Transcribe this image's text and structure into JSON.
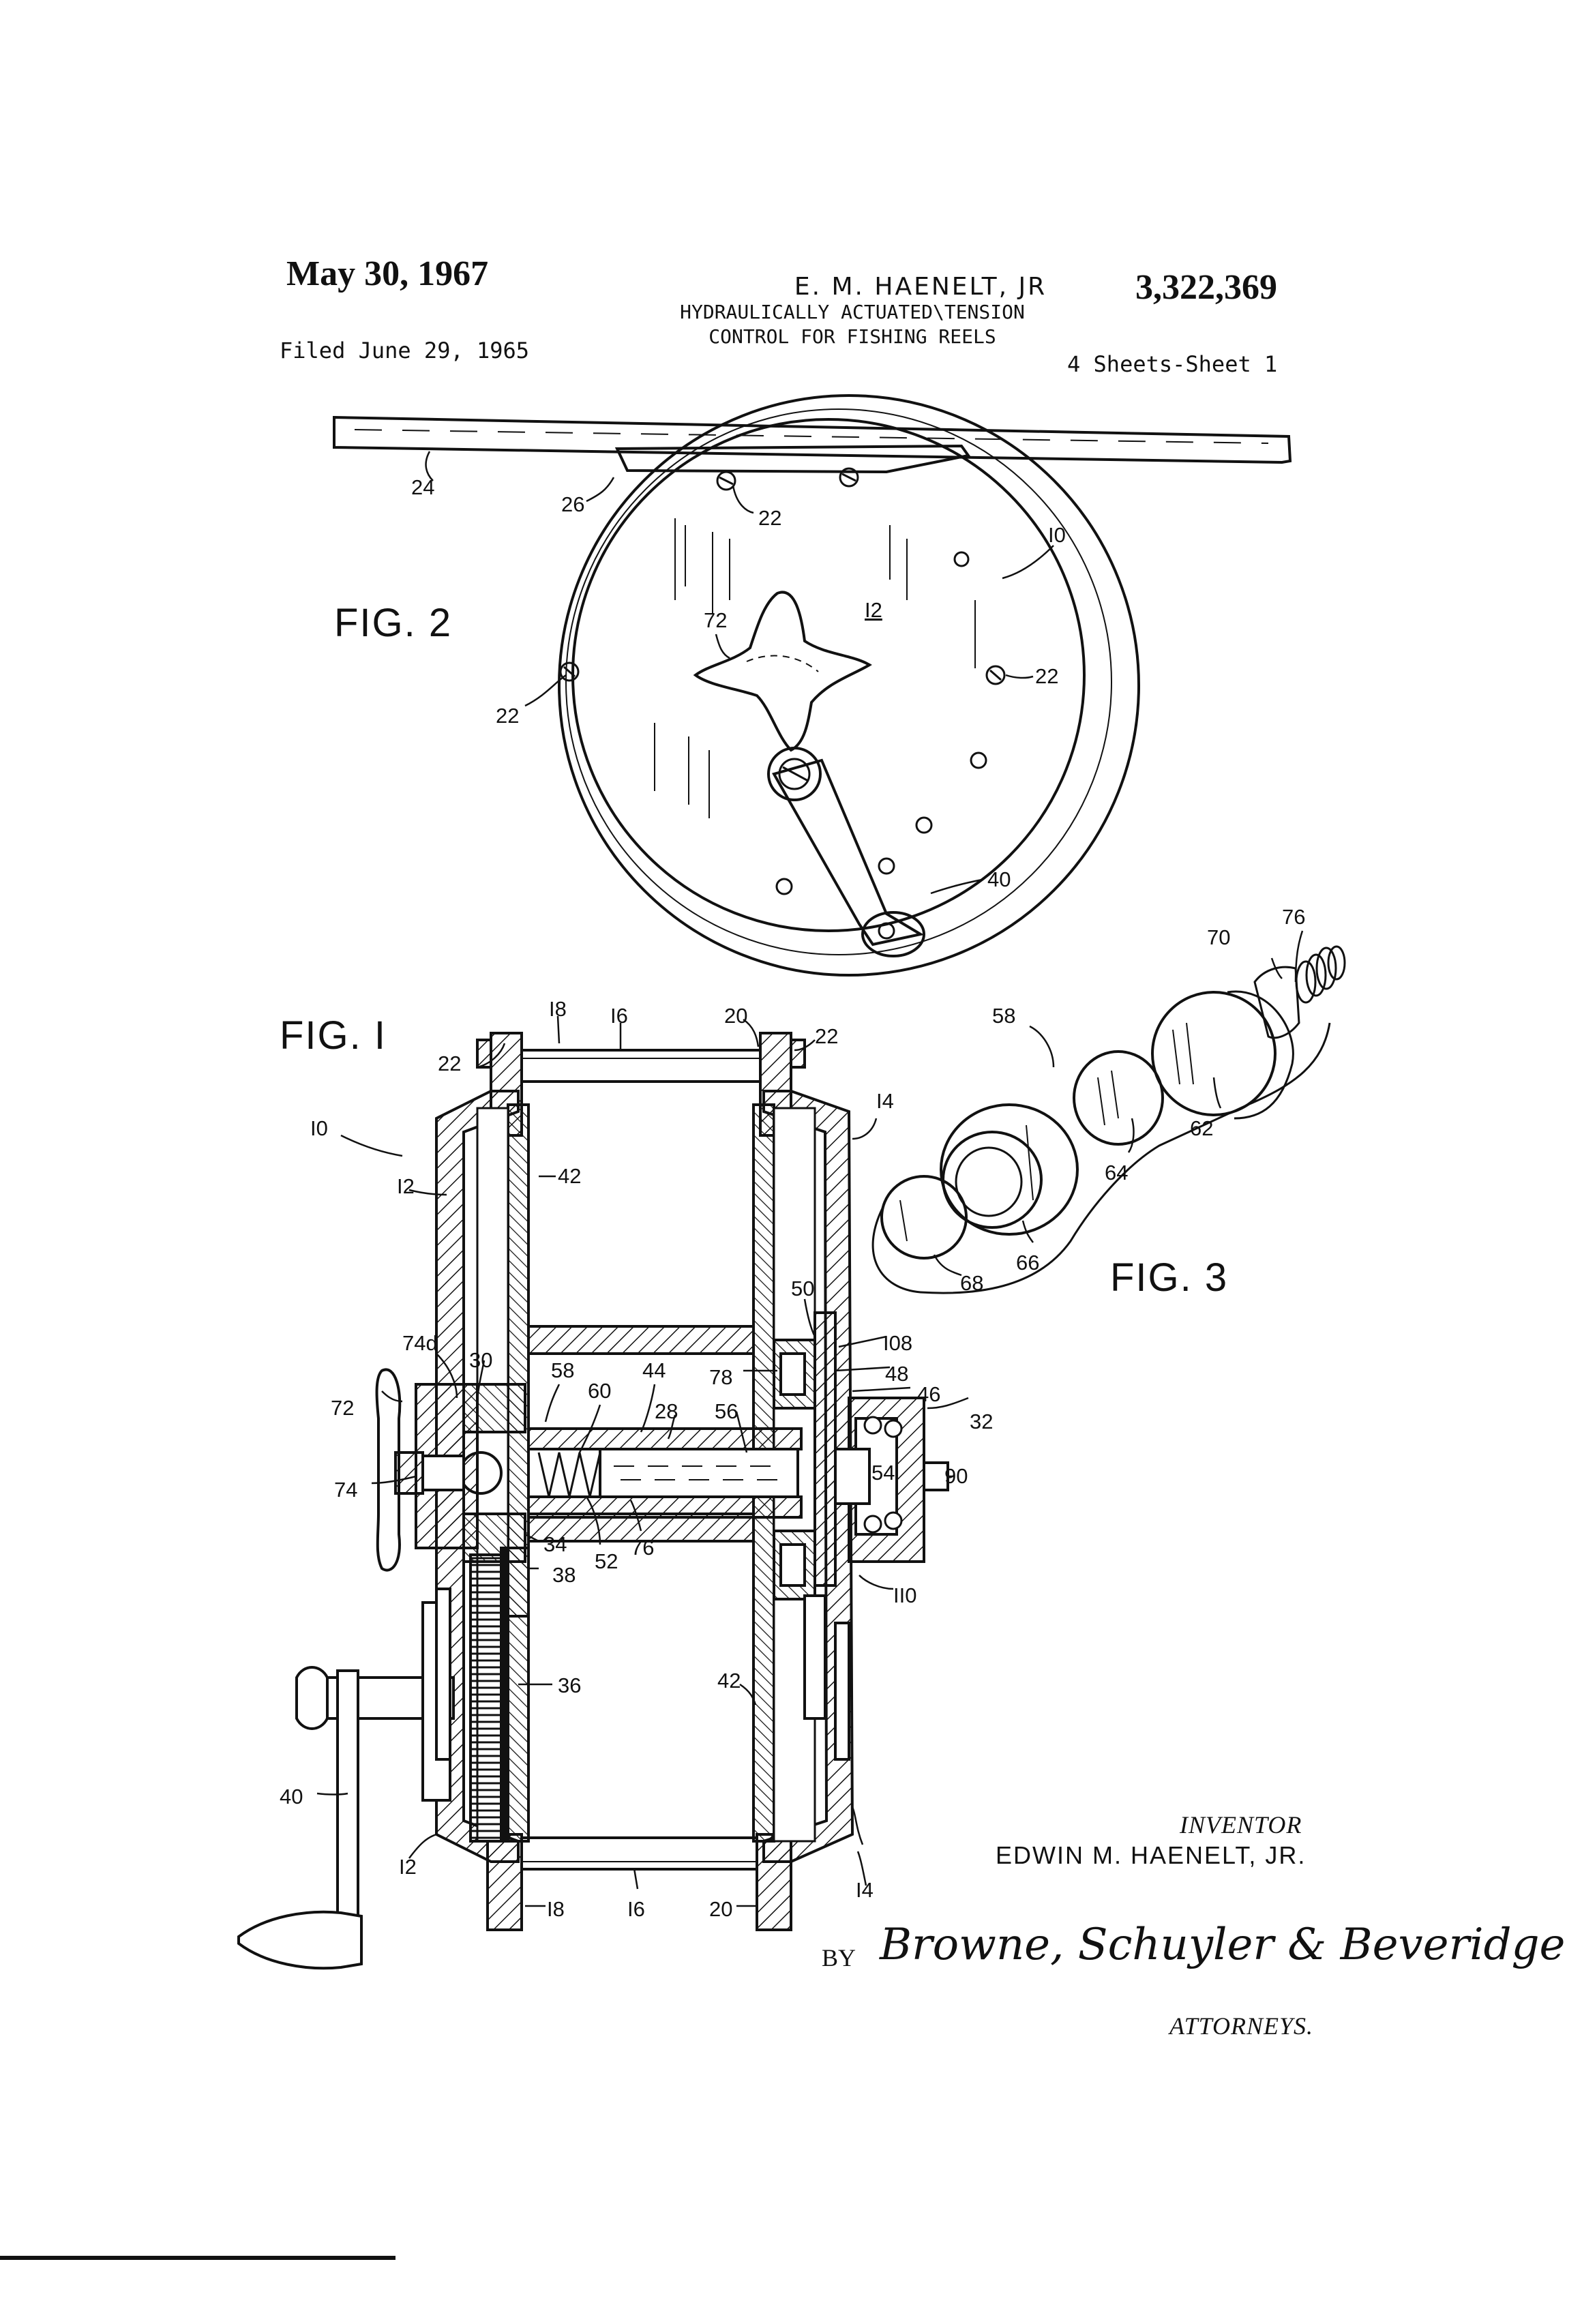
{
  "header": {
    "date": "May 30, 1967",
    "inventor_short": "E. M. HAENELT, JR",
    "title_line1": "HYDRAULICALLY ACTUATED\\TENSION",
    "title_line2": "CONTROL FOR FISHING REELS",
    "patent_number": "3,322,369",
    "filed": "Filed June 29, 1965",
    "sheets": "4 Sheets-Sheet 1"
  },
  "figures": {
    "fig1": "FIG. I",
    "fig2": "FIG. 2",
    "fig3": "FIG. 3"
  },
  "refs": {
    "r24": "24",
    "r26": "26",
    "r22a": "22",
    "r10a": "I0",
    "r12a": "I2",
    "r72a": "72",
    "r22b": "22",
    "r22c": "22",
    "r40a": "40",
    "r76a": "76",
    "r70": "70",
    "r58a": "58",
    "r62": "62",
    "r64": "64",
    "r66": "66",
    "r68": "68",
    "r18a": "I8",
    "r16a": "I6",
    "r20a": "20",
    "r22d": "22",
    "r22e": "22",
    "r14a": "I4",
    "r10b": "I0",
    "r12b": "I2",
    "r42a": "42",
    "r50": "50",
    "r108": "I08",
    "r74d": "74d",
    "r30": "30",
    "r58b": "58",
    "r60": "60",
    "r44": "44",
    "r78": "78",
    "r48": "48",
    "r46": "46",
    "r72b": "72",
    "r28": "28",
    "r56": "56",
    "r32": "32",
    "r74": "74",
    "r54": "54",
    "r90": "90",
    "r34": "34",
    "r38": "38",
    "r52": "52",
    "r76b": "76",
    "r110": "II0",
    "r36": "36",
    "r42b": "42",
    "r40b": "40",
    "r12c": "I2",
    "r14b": "I4",
    "r18b": "I8",
    "r16b": "I6",
    "r20b": "20"
  },
  "signature": {
    "inventor_heading": "INVENTOR",
    "inventor_name": "EDWIN  M.  HAENELT,  JR.",
    "by": "BY",
    "signature_text": "Browne, Schuyler & Beveridge",
    "attorneys": "ATTORNEYS."
  }
}
